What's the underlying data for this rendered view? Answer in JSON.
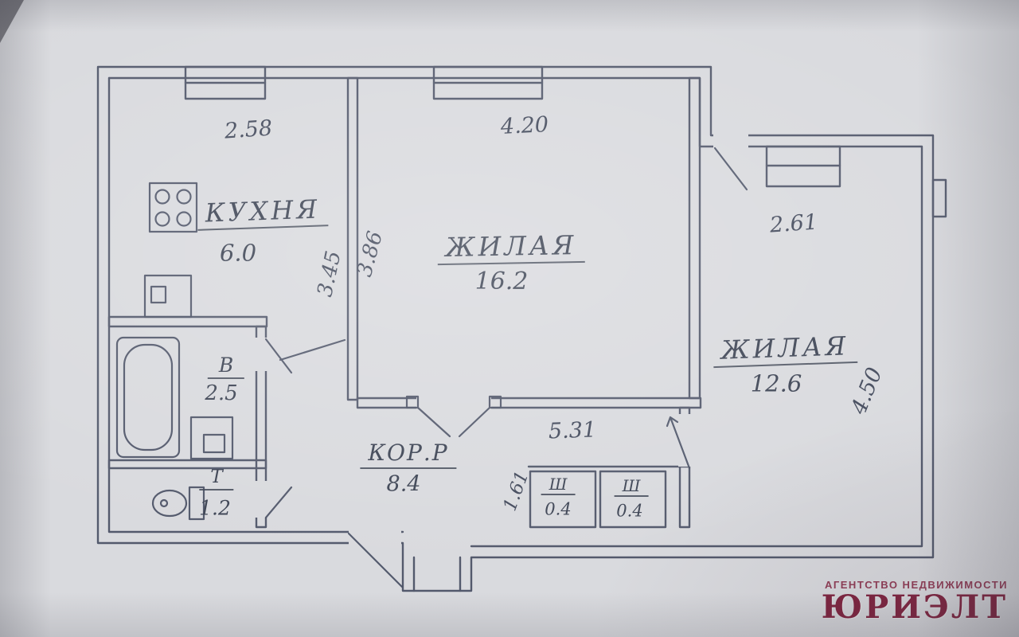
{
  "rooms": {
    "kitchen": {
      "name": "КУХНЯ",
      "area": "6.0"
    },
    "living1": {
      "name": "ЖИЛАЯ",
      "area": "16.2"
    },
    "living2": {
      "name": "ЖИЛАЯ",
      "area": "12.6"
    },
    "bath": {
      "name": "В",
      "area": "2.5"
    },
    "toilet": {
      "name": "Т",
      "area": "1.2"
    },
    "corridor": {
      "name": "КОР.Р",
      "area": "8.4"
    },
    "closet1": {
      "name": "Ш",
      "area": "0.4"
    },
    "closet2": {
      "name": "Ш",
      "area": "0.4"
    }
  },
  "dimensions": {
    "kitchen_width": "2.58",
    "living1_width": "4.20",
    "living2_top": "2.61",
    "kitchen_depth": "3.45",
    "living1_depth": "3.86",
    "living1_bottom": "5.31",
    "living2_depth": "4.50",
    "corridor_depth": "1.61"
  },
  "watermark": {
    "line1": "АГЕНТСТВО НЕДВИЖИМОСТИ",
    "line2": "ЮРИЭЛТ"
  },
  "colors": {
    "ink": "#4c5366",
    "paper": "#d9dade",
    "watermark": "#740e2e"
  }
}
